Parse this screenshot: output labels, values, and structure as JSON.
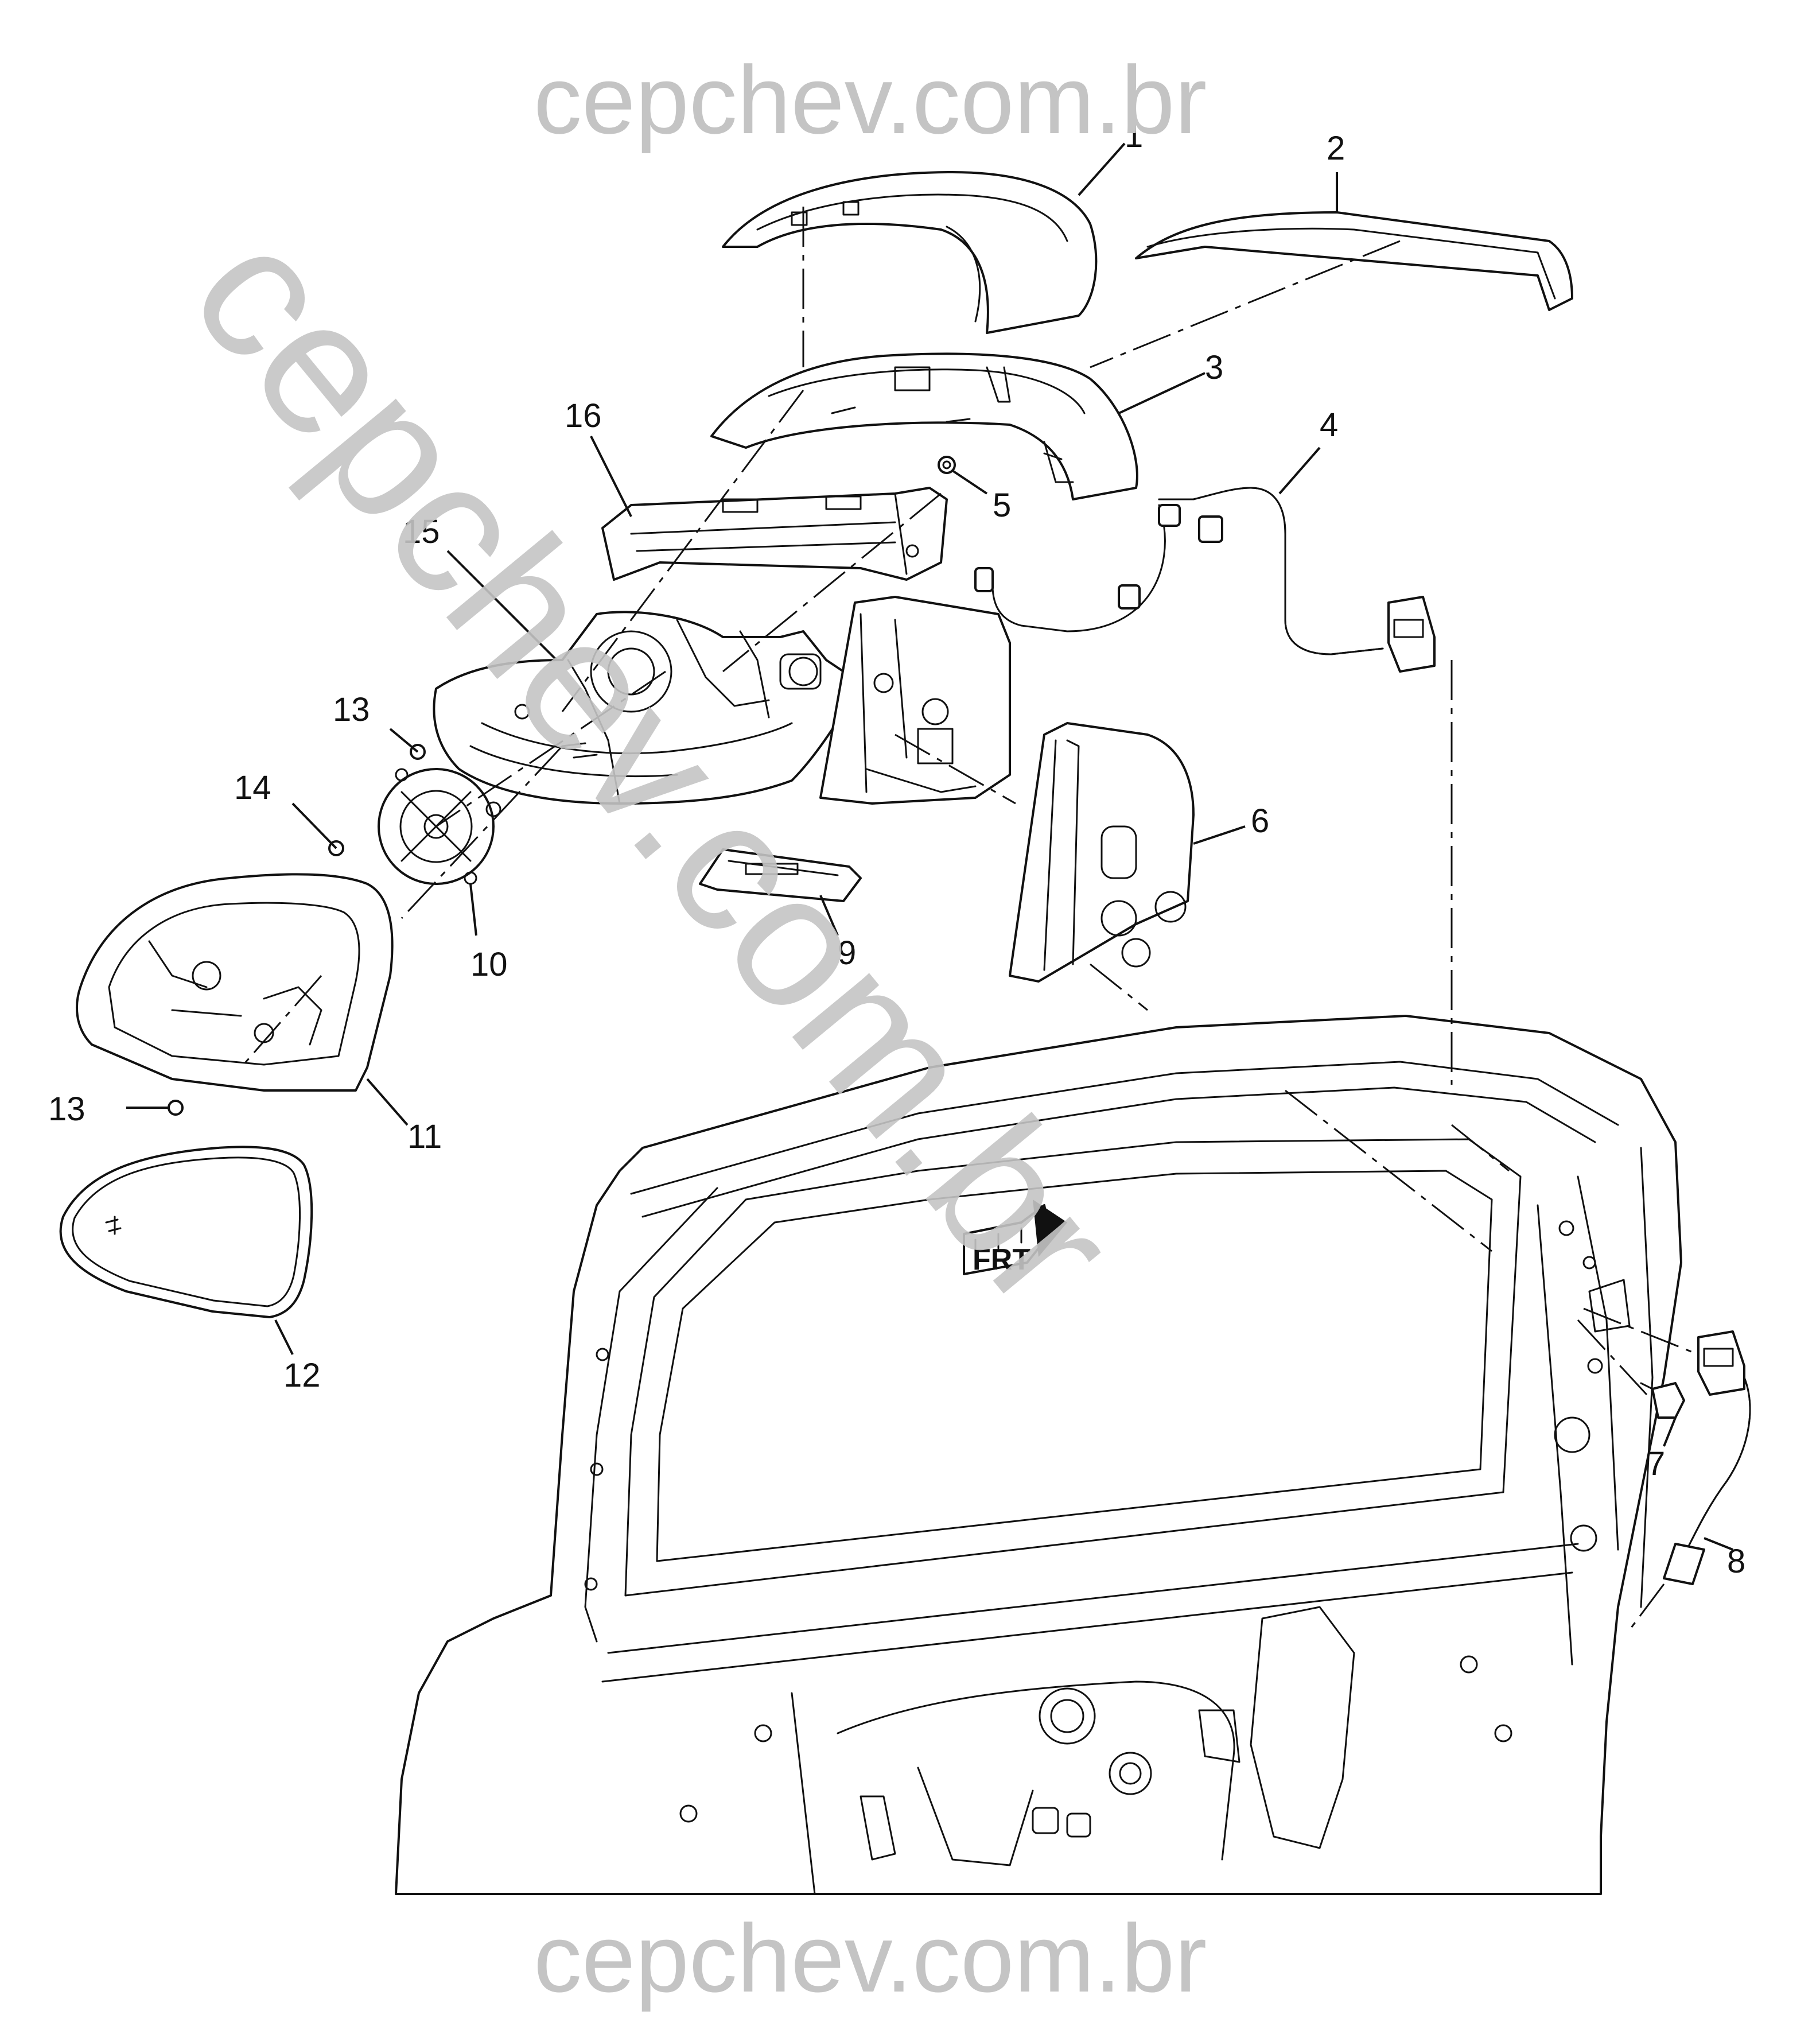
{
  "watermark": {
    "top": "cepchev.com.br",
    "bottom": "cepchev.com.br",
    "diagonal": "cepchev.com.br"
  },
  "direction_marker": "FRT",
  "callouts": {
    "c1": "1",
    "c2": "2",
    "c3": "3",
    "c4": "4",
    "c5": "5",
    "c6": "6",
    "c7": "7",
    "c8": "8",
    "c9": "9",
    "c10": "10",
    "c11": "11",
    "c12": "12",
    "c13a": "13",
    "c13b": "13",
    "c14": "14",
    "c15": "15",
    "c16": "16"
  }
}
